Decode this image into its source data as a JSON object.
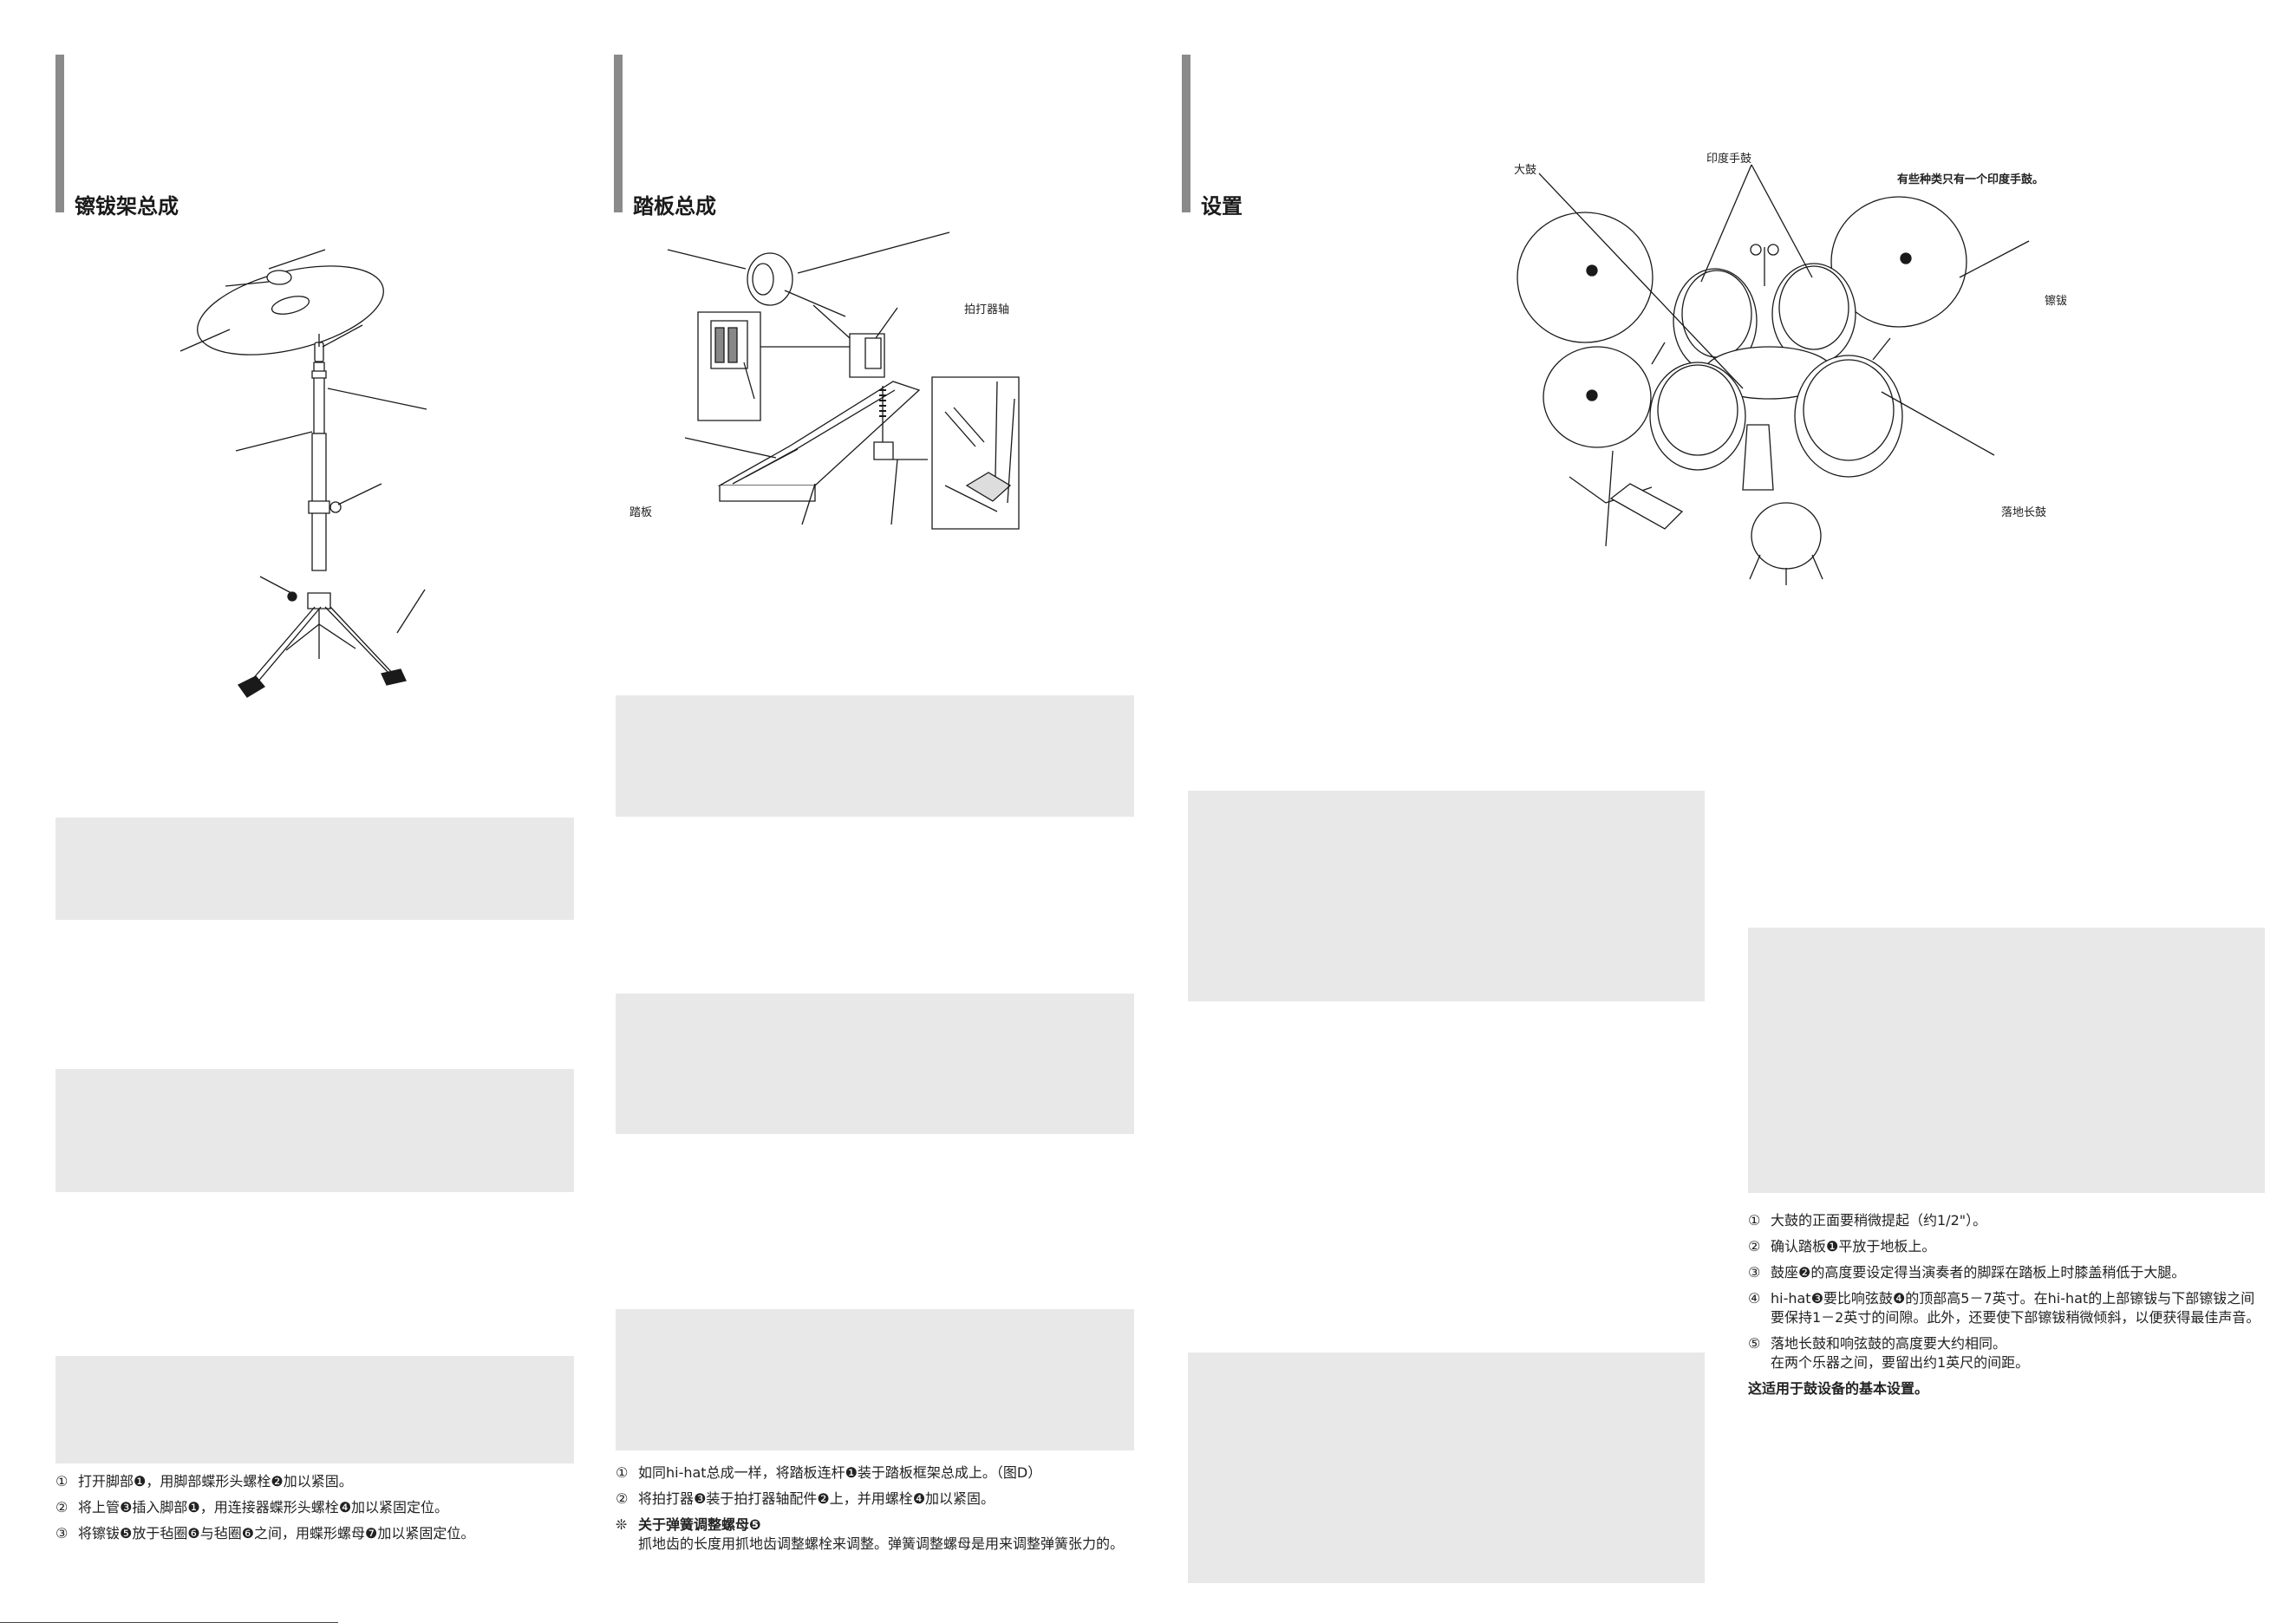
{
  "sections": {
    "cymbal_stand": {
      "title": "镲钹架总成",
      "steps": [
        {
          "num": "①",
          "text": "打开脚部❶，用脚部蝶形头螺栓❷加以紧固。"
        },
        {
          "num": "②",
          "text": "将上管❸插入脚部❶，用连接器蝶形头螺栓❹加以紧固定位。"
        },
        {
          "num": "③",
          "text": "将镲钹❺放于毡圈❻与毡圈❻之间，用蝶形螺母❼加以紧固定位。"
        }
      ]
    },
    "pedal": {
      "title": "踏板总成",
      "labels": {
        "beater_shaft": "拍打器轴",
        "pedal": "踏板"
      },
      "steps": [
        {
          "num": "①",
          "text": "如同hi-hat总成一样，将踏板连杆❶装于踏板框架总成上。（图D）"
        },
        {
          "num": "②",
          "text": "将拍打器❸装于拍打器轴配件❷上，并用螺栓❹加以紧固。"
        }
      ],
      "note": {
        "mark": "❊",
        "title": "关于弹簧调整螺母❺",
        "text": "抓地齿的长度用抓地齿调整螺栓来调整。弹簧调整螺母是用来调整弹簧张力的。"
      }
    },
    "setup": {
      "title": "设置",
      "labels": {
        "bass_drum": "大鼓",
        "tom_tom": "印度手鼓",
        "tom_note": "有些种类只有一个印度手鼓。",
        "cymbal": "镲钹",
        "floor_tom": "落地长鼓"
      },
      "steps": [
        {
          "num": "①",
          "text": "大鼓的正面要稍微提起（约1/2\"）。"
        },
        {
          "num": "②",
          "text": "确认踏板❶平放于地板上。"
        },
        {
          "num": "③",
          "text": "鼓座❷的高度要设定得当演奏者的脚踩在踏板上时膝盖稍低于大腿。"
        },
        {
          "num": "④",
          "text": "hi-hat❸要比响弦鼓❹的顶部高5－7英寸。在hi-hat的上部镲钹与下部镲钹之间要保持1－2英寸的间隙。此外，还要使下部镲钹稍微倾斜，以便获得最佳声音。"
        },
        {
          "num": "⑤",
          "text": "落地长鼓和响弦鼓的高度要大约相同。\n在两个乐器之间，要留出约1英尺的间距。"
        }
      ],
      "summary": "这适用于鼓设备的基本设置。"
    }
  },
  "colors": {
    "section_bar": "#8a8a8a",
    "panel": "#e8e8e8",
    "text": "#222222"
  }
}
